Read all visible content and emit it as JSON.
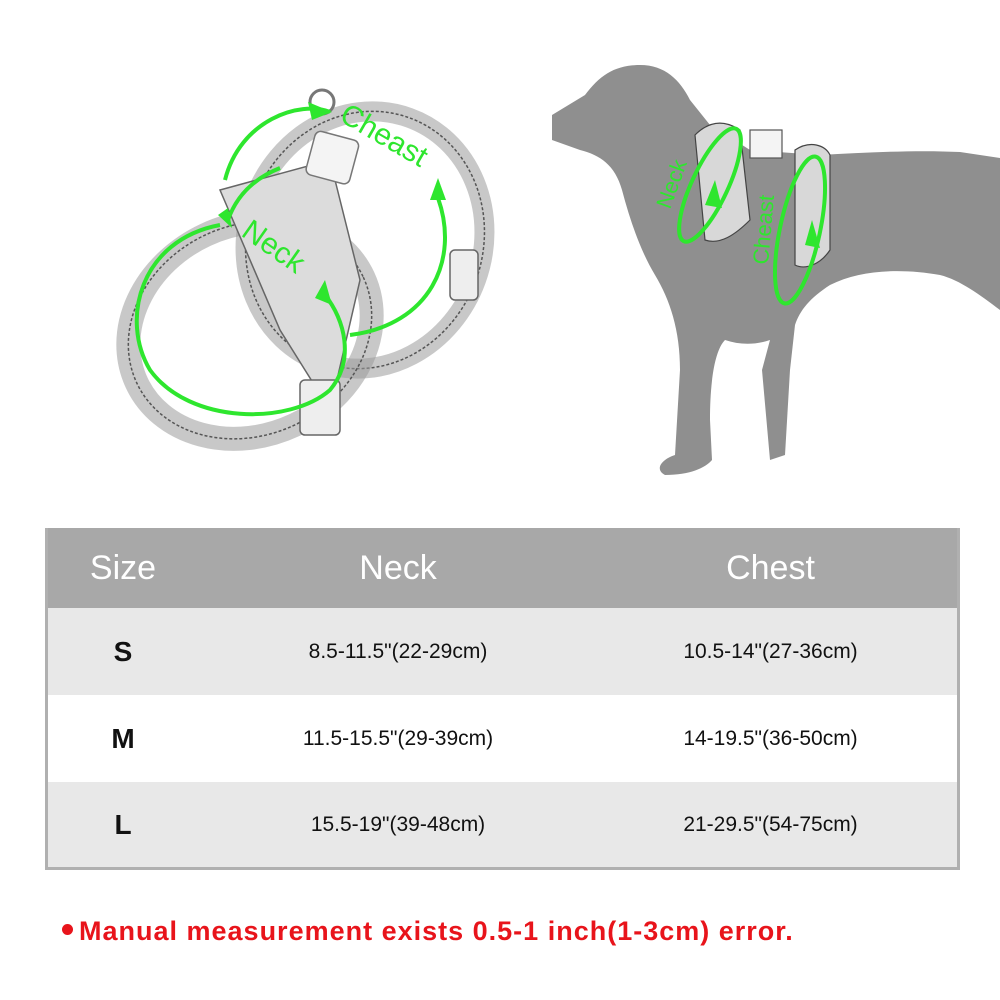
{
  "illustrations": {
    "harness_diagram": {
      "labels": {
        "neck": "Neck",
        "chest": "Cheast"
      },
      "accent_color": "#2ee62e"
    },
    "dog_diagram": {
      "labels": {
        "neck": "Neck",
        "chest": "Cheast"
      },
      "silhouette_color": "#8f8f8f",
      "accent_color": "#2ee62e"
    }
  },
  "size_table": {
    "headers": {
      "size": "Size",
      "neck": "Neck",
      "chest": "Chest"
    },
    "rows": [
      {
        "size": "S",
        "neck": "8.5-11.5\"(22-29cm)",
        "chest": "10.5-14\"(27-36cm)"
      },
      {
        "size": "M",
        "neck": "11.5-15.5\"(29-39cm)",
        "chest": "14-19.5\"(36-50cm)"
      },
      {
        "size": "L",
        "neck": "15.5-19\"(39-48cm)",
        "chest": "21-29.5\"(54-75cm)"
      }
    ],
    "colors": {
      "header_bg": "#a8a8a8",
      "row_alt_bg": "#e8e8e8",
      "row_bg": "#ffffff",
      "border": "#b0b0b0"
    }
  },
  "note": {
    "text": "Manual measurement exists 0.5-1 inch(1-3cm) error.",
    "color": "#e8141b"
  }
}
